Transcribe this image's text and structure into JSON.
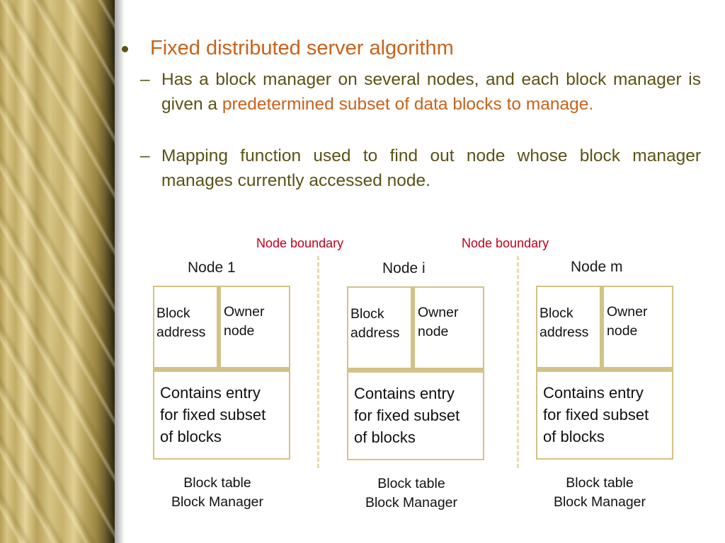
{
  "bullet": {
    "heading": "Fixed distributed server algorithm",
    "sub_items": [
      {
        "dash": "–",
        "text_before": "Has a block manager on several nodes, and each block manager is given a ",
        "highlight": "predetermined subset of data blocks to manage."
      },
      {
        "dash": "–",
        "text": "Mapping function used to find out node whose block manager manages currently accessed node."
      }
    ]
  },
  "diagram": {
    "boundary_labels": [
      "Node boundary",
      "Node boundary"
    ],
    "nodes": [
      {
        "label": "Node 1",
        "col1": [
          "Block",
          "address"
        ],
        "col2": [
          "Owner",
          "node"
        ],
        "body": [
          "Contains entry",
          "for fixed subset",
          "of  blocks"
        ],
        "caption": [
          "Block table",
          "Block Manager"
        ]
      },
      {
        "label": "Node i",
        "col1": [
          "Block",
          "address"
        ],
        "col2": [
          "Owner",
          "node"
        ],
        "body": [
          "Contains entry",
          "for fixed subset",
          "of  blocks"
        ],
        "caption": [
          "Block table",
          "Block Manager"
        ]
      },
      {
        "label": "Node m",
        "col1": [
          "Block",
          "address"
        ],
        "col2": [
          "Owner",
          "node"
        ],
        "body": [
          "Contains entry",
          "for fixed subset",
          "of  blocks"
        ],
        "caption": [
          "Block table",
          "Block Manager"
        ]
      }
    ]
  },
  "colors": {
    "heading": "#c8621a",
    "body_text": "#5b5216",
    "boundary_label": "#c0001a",
    "table_border": "#d2c286"
  }
}
